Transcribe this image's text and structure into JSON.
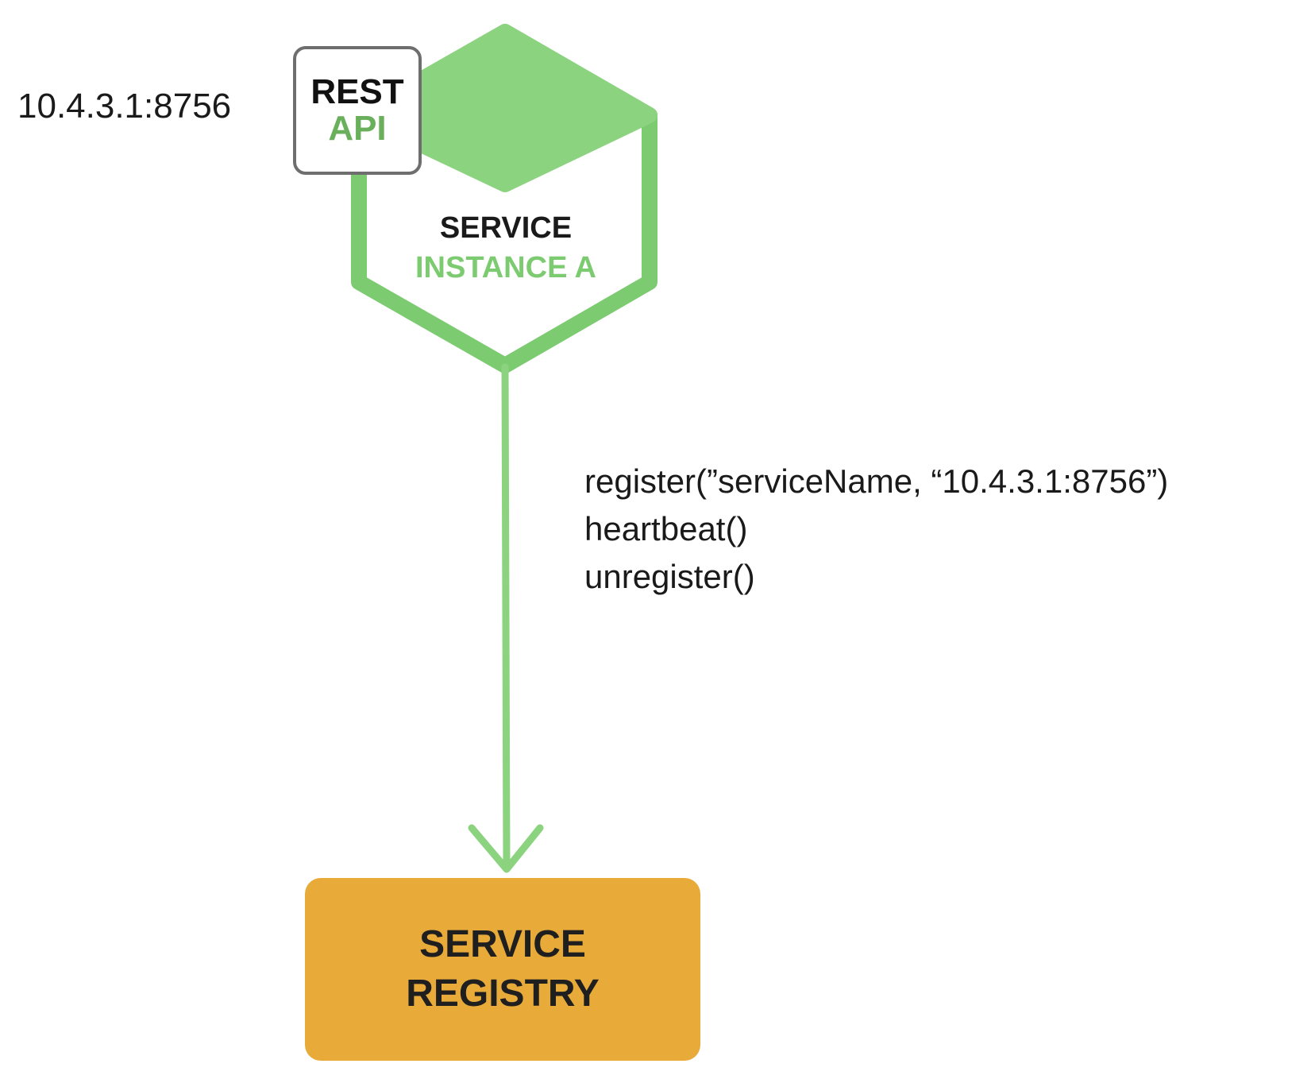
{
  "colors": {
    "hexagon_green": "#8bd37f",
    "hexagon_stroke": "#7ccb71",
    "api_green": "#6aaf5c",
    "registry_orange": "#e8ab3a",
    "box_border": "#6e6e6e",
    "text_dark": "#1a1a1a"
  },
  "service_instance": {
    "address": "10.4.3.1:8756",
    "rest_label": "REST",
    "api_label": "API",
    "line1": "SERVICE",
    "line2": "INSTANCE A"
  },
  "connection": {
    "calls": [
      "register(”serviceName, “10.4.3.1:8756”)",
      "heartbeat()",
      "unregister()"
    ]
  },
  "registry": {
    "line1": "SERVICE",
    "line2": "REGISTRY"
  },
  "icons": {
    "hexagon": "service-instance-hexagon-icon",
    "arrow": "arrow-down-icon"
  }
}
